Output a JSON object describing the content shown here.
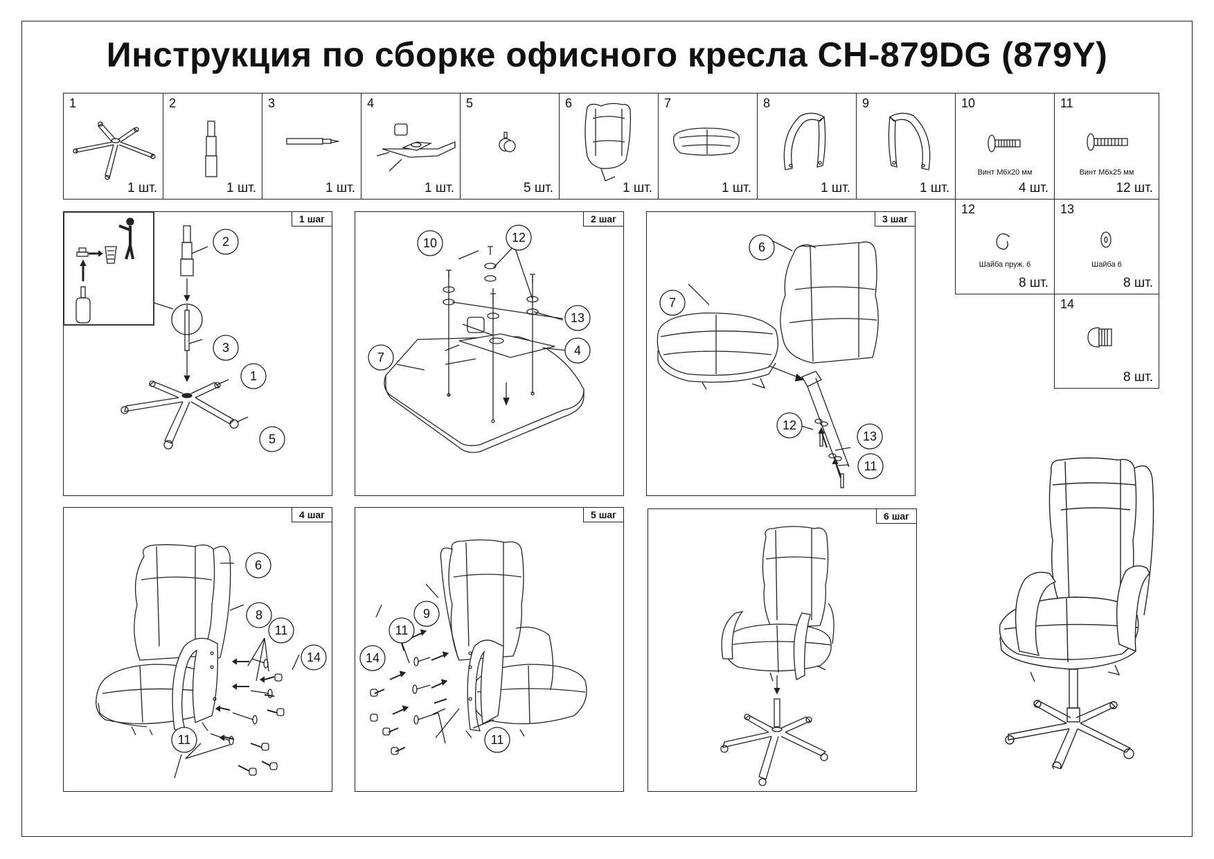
{
  "title": "Инструкция по сборке офисного кресла CH-879DG (879Y)",
  "parts": [
    {
      "num": "1",
      "qty": "1 шт.",
      "icon": "star-base-icon"
    },
    {
      "num": "2",
      "qty": "1 шт.",
      "icon": "gas-lift-icon"
    },
    {
      "num": "3",
      "qty": "1 шт.",
      "icon": "lift-rod-icon"
    },
    {
      "num": "4",
      "qty": "1 шт.",
      "icon": "mechanism-icon"
    },
    {
      "num": "5",
      "qty": "5 шт.",
      "icon": "caster-icon"
    },
    {
      "num": "6",
      "qty": "1 шт.",
      "icon": "backrest-icon"
    },
    {
      "num": "7",
      "qty": "1 шт.",
      "icon": "seat-icon"
    },
    {
      "num": "8",
      "qty": "1 шт.",
      "icon": "armrest-left-icon"
    },
    {
      "num": "9",
      "qty": "1 шт.",
      "icon": "armrest-right-icon"
    },
    {
      "num": "10",
      "qty": "4 шт.",
      "caption": "Винт М6х20 мм",
      "icon": "screw-icon"
    },
    {
      "num": "11",
      "qty": "12 шт.",
      "caption": "Винт М6х25 мм",
      "icon": "screw-icon"
    },
    {
      "num": "12",
      "qty": "8 шт.",
      "caption": "Шайба пруж. 6",
      "icon": "spring-washer-icon"
    },
    {
      "num": "13",
      "qty": "8 шт.",
      "caption": "Шайба 6",
      "icon": "washer-icon"
    },
    {
      "num": "14",
      "qty": "8 шт.",
      "icon": "cap-icon"
    }
  ],
  "steps": [
    {
      "label": "1 шаг",
      "callouts": [
        "2",
        "3",
        "1",
        "5"
      ]
    },
    {
      "label": "2 шаг",
      "callouts": [
        "10",
        "12",
        "13",
        "7",
        "4"
      ]
    },
    {
      "label": "3 шаг",
      "callouts": [
        "6",
        "7",
        "12",
        "13",
        "11"
      ]
    },
    {
      "label": "4 шаг",
      "callouts": [
        "6",
        "8",
        "11",
        "14",
        "11"
      ]
    },
    {
      "label": "5 шаг",
      "callouts": [
        "11",
        "9",
        "14",
        "11"
      ]
    },
    {
      "label": "6 шаг",
      "callouts": []
    }
  ]
}
